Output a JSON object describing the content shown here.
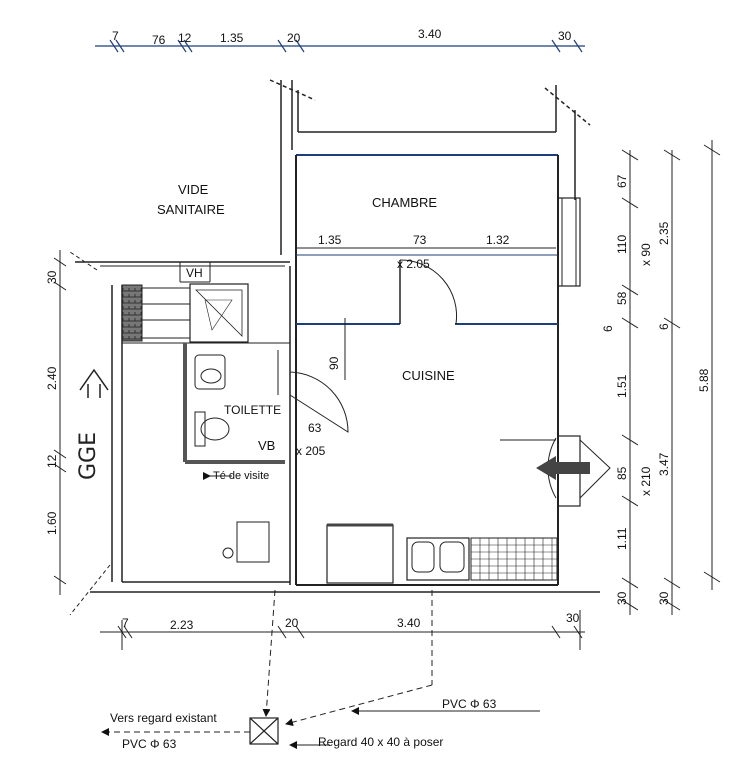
{
  "rooms": {
    "vide_sanitaire_1": "VIDE",
    "vide_sanitaire_2": "SANITAIRE",
    "chambre": "CHAMBRE",
    "cuisine": "CUISINE",
    "toilette": "TOILETTE",
    "vh": "VH",
    "vb": "VB",
    "garage": "GGE"
  },
  "top_dims": [
    "7",
    "76",
    "12",
    "1.35",
    "20",
    "3.40",
    "30"
  ],
  "bottom_dims": [
    "7",
    "2.23",
    "20",
    "3.40",
    "30"
  ],
  "inner_dims": {
    "chambre_left": "1.35",
    "door_width": "73",
    "chambre_right": "1.32",
    "door_height": "x 2.05",
    "door90": "90",
    "door63": "63",
    "door63_h": "x 205"
  },
  "left_dims": [
    "30",
    "2.40",
    "12",
    "1.60"
  ],
  "right_col1": [
    "67",
    "110",
    "x 90",
    "58",
    "6",
    "1.51",
    "85",
    "x 210",
    "1.11",
    "30"
  ],
  "right_col2": [
    "2.35",
    "6",
    "3.47",
    "30"
  ],
  "right_col3": [
    "5.88"
  ],
  "labels": {
    "te_de_visite": "Té de visite",
    "pvc_right": "PVC Φ 63",
    "vers_regard": "Vers regard existant",
    "pvc_left": "PVC  Φ 63",
    "regard": "Regard 40 x 40 à poser"
  }
}
